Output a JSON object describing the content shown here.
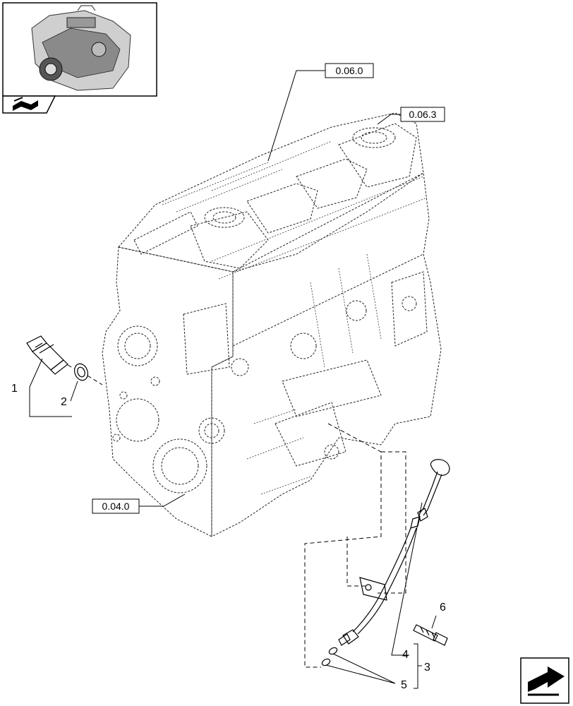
{
  "references": {
    "cylinder_head": "0.06.0",
    "rocker_cover": "0.06.3",
    "crankcase": "0.04.0"
  },
  "callouts": {
    "c1": "1",
    "c2": "2",
    "c3": "3",
    "c4": "4",
    "c5": "5",
    "c6": "6"
  },
  "icons": {
    "thumbnail": "engine-thumbnail",
    "book": "manual-book-icon",
    "next": "next-page-arrow-icon"
  }
}
